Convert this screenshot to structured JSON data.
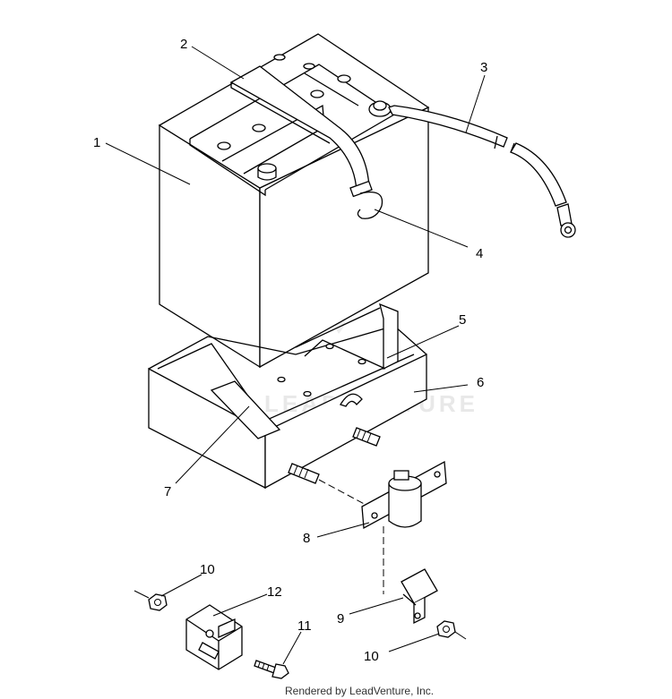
{
  "callouts": {
    "c1": "1",
    "c2": "2",
    "c3": "3",
    "c4": "4",
    "c5": "5",
    "c6": "6",
    "c7": "7",
    "c8": "8",
    "c9": "9",
    "c10a": "10",
    "c10b": "10",
    "c11": "11",
    "c12": "12"
  },
  "watermark": "LEADVENTURE",
  "footer": "Rendered by LeadVenture, Inc."
}
